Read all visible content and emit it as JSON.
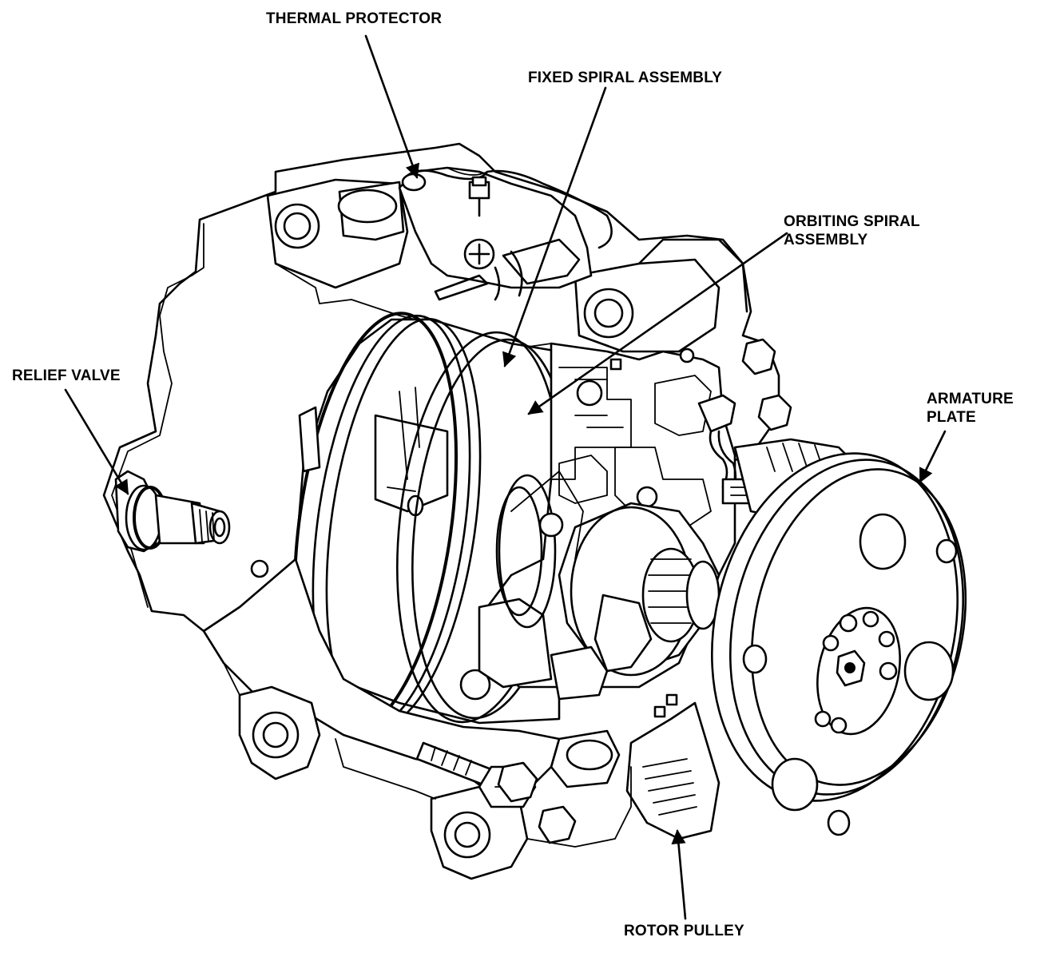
{
  "labels": {
    "thermal_protector": "THERMAL PROTECTOR",
    "fixed_spiral_assembly": "FIXED SPIRAL ASSEMBLY",
    "orbiting_spiral_line1": "ORBITING SPIRAL",
    "orbiting_spiral_line2": "ASSEMBLY",
    "relief_valve": "RELIEF VALVE",
    "armature_line1": "ARMATURE",
    "armature_line2": "PLATE",
    "rotor_pulley": "ROTOR PULLEY"
  },
  "colors": {
    "ink": "#000000",
    "paper": "#ffffff"
  }
}
